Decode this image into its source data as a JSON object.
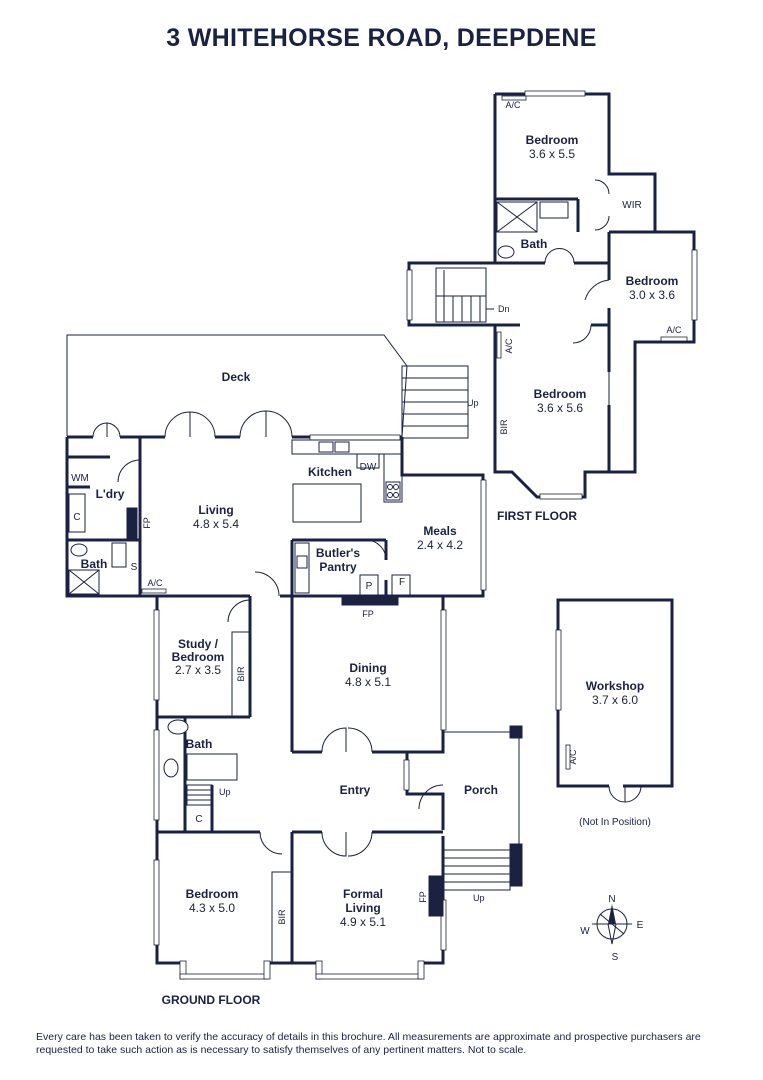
{
  "title": "3 WHITEHORSE ROAD, DEEPDENE",
  "floors": {
    "ground": "GROUND FLOOR",
    "first": "FIRST FLOOR"
  },
  "rooms": {
    "deck": {
      "name": "Deck"
    },
    "kitchen": {
      "name": "Kitchen"
    },
    "living": {
      "name": "Living",
      "dims": "4.8 x 5.4"
    },
    "laundry": {
      "name": "L'dry"
    },
    "bath_ground_left": {
      "name": "Bath"
    },
    "meals": {
      "name": "Meals",
      "dims": "2.4 x 4.2"
    },
    "butlers_pantry": {
      "name_line1": "Butler's",
      "name_line2": "Pantry"
    },
    "study": {
      "name_line1": "Study /",
      "name_line2": "Bedroom",
      "dims": "2.7 x 3.5"
    },
    "dining": {
      "name": "Dining",
      "dims": "4.8 x 5.1"
    },
    "bath_ground_mid": {
      "name": "Bath"
    },
    "entry": {
      "name": "Entry"
    },
    "porch": {
      "name": "Porch"
    },
    "bedroom_ground": {
      "name": "Bedroom",
      "dims": "4.3 x 5.0"
    },
    "formal_living": {
      "name_line1": "Formal",
      "name_line2": "Living",
      "dims": "4.9 x 5.1"
    },
    "bedroom_first_top": {
      "name": "Bedroom",
      "dims": "3.6 x 5.5"
    },
    "wir": {
      "name": "WIR"
    },
    "bath_first": {
      "name": "Bath"
    },
    "bedroom_first_right": {
      "name": "Bedroom",
      "dims": "3.0 x 3.6"
    },
    "bedroom_first_main": {
      "name": "Bedroom",
      "dims": "3.6 x 5.6"
    },
    "workshop": {
      "name": "Workshop",
      "dims": "3.7 x 6.0",
      "note": "(Not In Position)"
    }
  },
  "labels": {
    "wm": "WM",
    "c": "C",
    "fp": "FP",
    "s": "S",
    "ac": "A/C",
    "dw": "DW",
    "p": "P",
    "f": "F",
    "bir": "BIR",
    "up": "Up",
    "dn": "Dn"
  },
  "compass": {
    "n": "N",
    "e": "E",
    "s": "S",
    "w": "W"
  },
  "disclaimer": "Every care has been taken to verify the accuracy of details in this brochure. All measurements are approximate and prospective purchasers are requested to take such action as is necessary to satisfy themselves of any pertinent matters. Not to scale.",
  "colors": {
    "ink": "#1b2140",
    "paper": "#ffffff"
  }
}
